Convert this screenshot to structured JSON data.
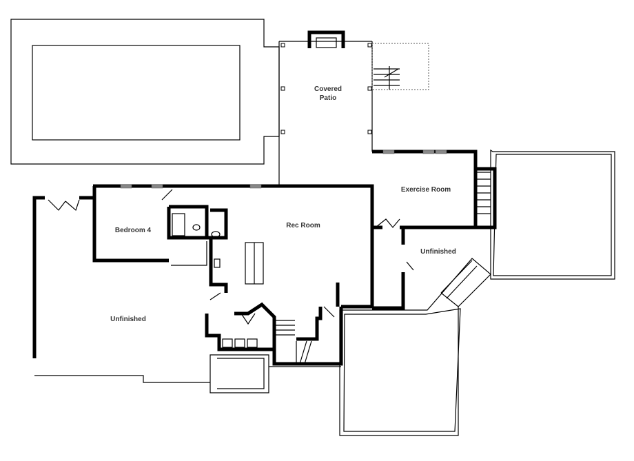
{
  "rooms": {
    "covered_patio": [
      "Covered",
      "Patio"
    ],
    "exercise_room": "Exercise Room",
    "bedroom_4": "Bedroom 4",
    "rec_room": "Rec Room",
    "unfinished_left": "Unfinished",
    "unfinished_right": "Unfinished"
  }
}
